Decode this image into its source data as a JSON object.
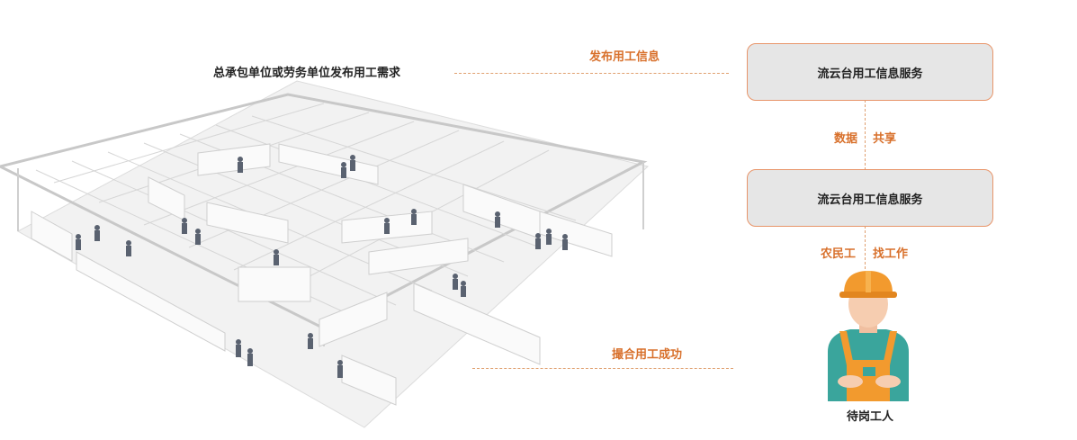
{
  "top_requirement": "总承包单位或劳务单位发布用工需求",
  "arrow_publish": "发布用工信息",
  "service_box_1": "流云台用工信息服务",
  "data_share_left": "数据",
  "data_share_right": "共享",
  "service_box_2": "流云台用工信息服务",
  "worker_left": "农民工",
  "worker_right": "找工作",
  "match_success": "撮合用工成功",
  "worker_caption": "待岗工人",
  "colors": {
    "accent": "#d8702b",
    "box_fill": "#e6e6e6",
    "box_border": "#e8956a"
  },
  "icons": [
    "construction-site-maze-illustration",
    "hard-hat-worker-icon"
  ]
}
